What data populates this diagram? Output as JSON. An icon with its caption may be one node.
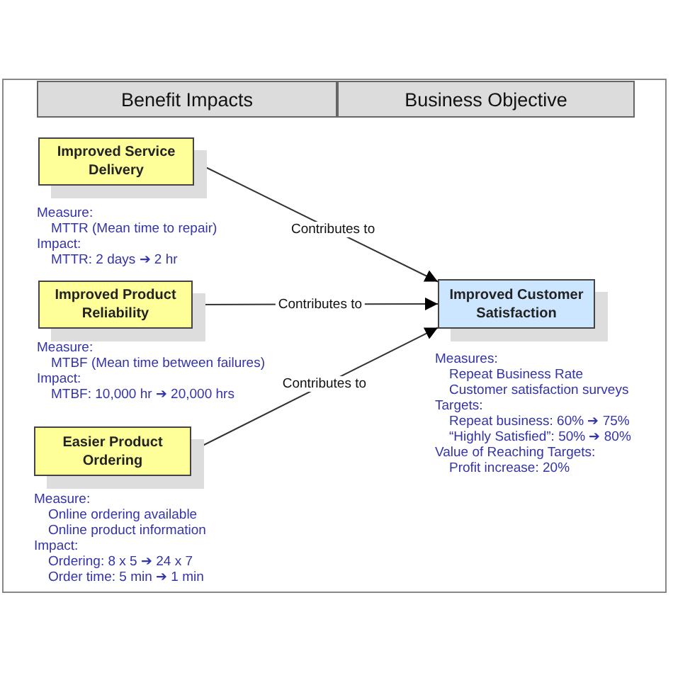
{
  "diagram": {
    "nodes": [
      {
        "text": [
          "Benefit Impacts"
        ]
      },
      {
        "text": [
          "Business Objective"
        ]
      },
      {
        "text": [
          "Improved Service Delivery"
        ],
        "beside": [
          "Measure:",
          "MTTR (Mean time to repair)",
          "Impact:",
          "MTTR: 2 days ➔  2 hr"
        ]
      },
      {
        "text": [
          "Improved Product Reliability"
        ],
        "beside": [
          "Measure:",
          "MTBF (Mean time between failures)",
          "Impact:",
          "MTBF: 10,000 hr ➔  20,000 hrs"
        ]
      },
      {
        "text": [
          "Easier Product Ordering"
        ],
        "beside": [
          "Measure:",
          "Online ordering available",
          "Online product information",
          "Impact:",
          "Ordering: 8 x 5 ➔  24 x 7",
          "Order time: 5 min ➔  1 min"
        ]
      },
      {
        "text": [
          "Improved Customer Satisfaction"
        ],
        "beside": [
          "Measures:",
          "Repeat Business Rate",
          "Customer satisfaction surveys",
          "Targets:",
          "Repeat business: 60% ➔ 75%",
          "“Highly Satisfied”: 50% ➔ 80%",
          "Value of Reaching Targets:",
          "Profit increase: 20%"
        ]
      }
    ],
    "edges": [
      {
        "from": 2,
        "to": 5,
        "arrow": "to",
        "label": "Contributes to"
      },
      {
        "from": 3,
        "to": 5,
        "arrow": "to",
        "label": "Contributes to"
      },
      {
        "from": 4,
        "to": 5,
        "arrow": "to",
        "label": "Contributes to"
      }
    ]
  }
}
